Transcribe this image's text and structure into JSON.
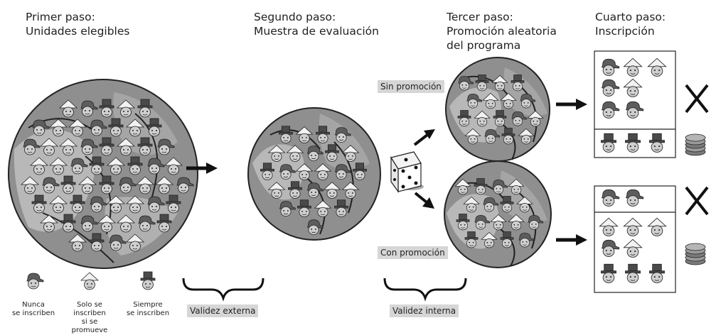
{
  "steps": [
    {
      "line1": "Primer paso:",
      "line2": "Unidades elegibles",
      "line3": ""
    },
    {
      "line1": "Segundo paso:",
      "line2": "Muestra de evaluación",
      "line3": ""
    },
    {
      "line1": "Tercer paso:",
      "line2": "Promoción aleatoria",
      "line3": "del programa"
    },
    {
      "line1": "Cuarto paso:",
      "line2": "Inscripción",
      "line3": ""
    }
  ],
  "labels": {
    "sin_promocion": "Sin promoción",
    "con_promocion": "Con promoción",
    "validez_externa": "Validez externa",
    "validez_interna": "Validez interna"
  },
  "legend": [
    {
      "line1": "Nunca",
      "line2": "se inscriben",
      "type": "nunca"
    },
    {
      "line1": "Solo se inscriben",
      "line2": "si se promueve",
      "type": "solo"
    },
    {
      "line1": "Siempre",
      "line2": "se inscriben",
      "type": "siempre"
    }
  ],
  "colors": {
    "globe": "#8a8a8a",
    "tag_bg": "#d6d6d6",
    "text": "#222222"
  },
  "icons": [
    "person-cap-icon",
    "person-straw-hat-icon",
    "person-top-hat-icon",
    "dice-icon",
    "coins-icon",
    "cross-icon",
    "arrow-icon",
    "brace-icon"
  ]
}
